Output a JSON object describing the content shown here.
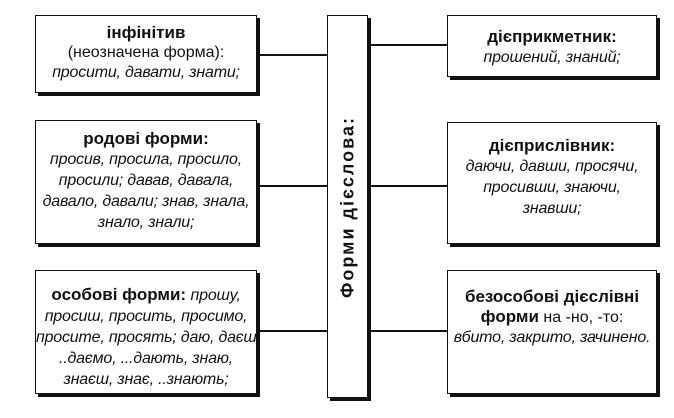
{
  "center": {
    "title": "Форми дієслова:"
  },
  "left": [
    {
      "title": "інфінітив",
      "subtitle": "(неозначена форма):",
      "examples": [
        "просити, давати, знати;"
      ]
    },
    {
      "title": "родові форми:",
      "examples": [
        "просив, просила, просило,",
        "просили; давав, давала,",
        "давало, давали; знав, знала,",
        "знало, знали;"
      ]
    },
    {
      "title": "особові форми:",
      "first_line_tail": "прошу,",
      "examples": [
        "просиш, просить, просимо,",
        "просите, просять; даю, даєш,",
        "..даємо, ...дають, знаю,",
        "знаєш, знає, ..знають;"
      ]
    }
  ],
  "right": [
    {
      "title": "дієприкметник:",
      "examples": [
        "прошений, знаний;"
      ]
    },
    {
      "title": "дієприслівник:",
      "examples": [
        "даючи, давши, просячи,",
        "просивши, знаючи,",
        "знавши;"
      ]
    },
    {
      "title": "безособові дієслівні",
      "title2": "форми",
      "title2_tail": "на -но, -то:",
      "examples": [
        "вбито, закрито, зачинено."
      ]
    }
  ]
}
